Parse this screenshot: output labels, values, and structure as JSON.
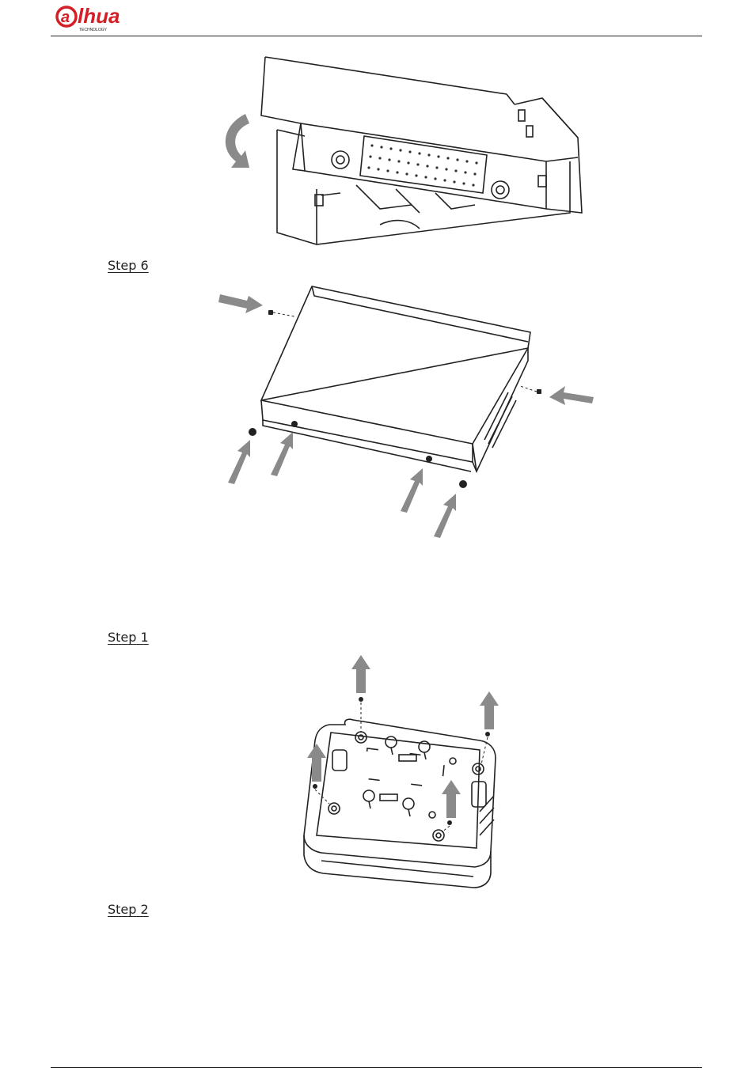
{
  "brand": {
    "colors": {
      "accent": "#d41f26",
      "ink": "#222222",
      "arrow": "#8a8a8a"
    }
  },
  "steps": [
    {
      "id": "step-6",
      "label": "Step 6"
    },
    {
      "id": "step-1",
      "label": "Step 1"
    },
    {
      "id": "step-2",
      "label": "Step 2"
    }
  ]
}
